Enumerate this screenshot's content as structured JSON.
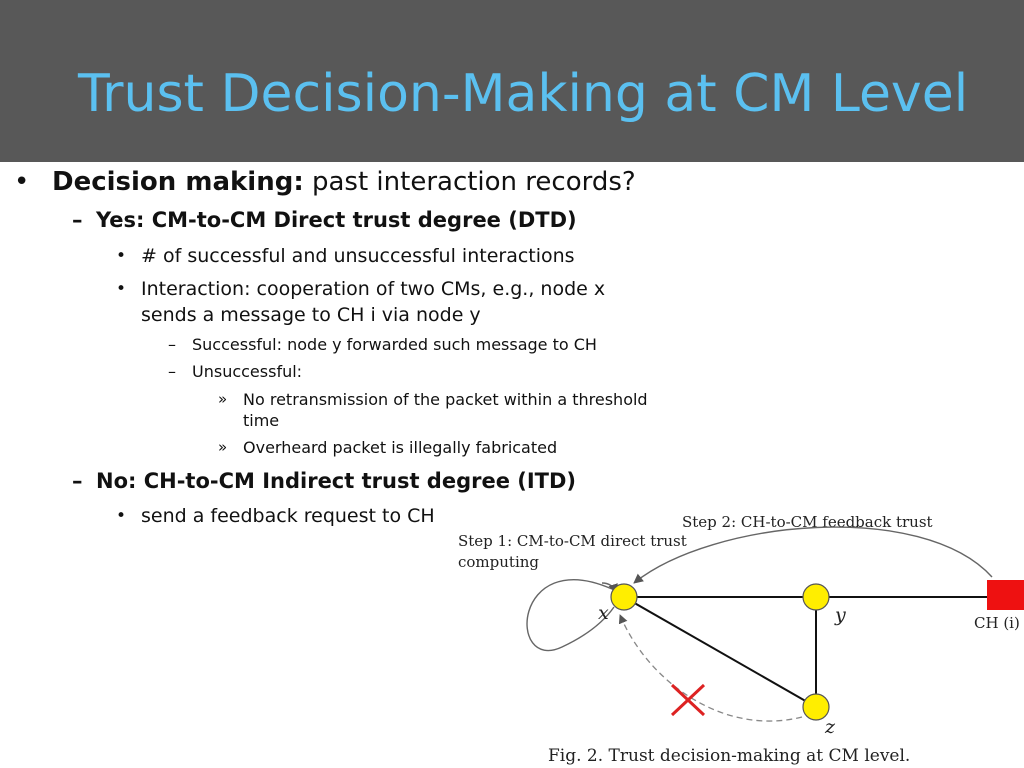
{
  "slide": {
    "title": "Trust Decision-Making at CM Level"
  },
  "bullets": {
    "decision_label": "Decision making:",
    "decision_text": " past interaction records?",
    "yes_item": "Yes: CM-to-CM Direct trust degree (DTD)",
    "yes_sub1": "# of successful and unsuccessful interactions",
    "yes_sub2_line1": "Interaction: cooperation of two CMs, e.g., node x",
    "yes_sub2_line2": "sends a message to CH i via node y",
    "successful": "Successful:  node y forwarded such message to CH",
    "unsuccessful": "Unsuccessful:",
    "unsucc_1_line1": "No retransmission of the packet within a threshold",
    "unsucc_1_line2": "time",
    "unsucc_2": "Overheard packet is illegally fabricated",
    "no_item": "No: CH-to-CM Indirect trust degree (ITD)",
    "no_sub1": "send a feedback request to  CH"
  },
  "figure": {
    "step1_line1": "Step 1: CM-to-CM direct trust",
    "step1_line2": "computing",
    "step2": "Step 2: CH-to-CM feedback trust",
    "node_x": "x",
    "node_y": "y",
    "node_z": "z",
    "ch_label": "CH (i)",
    "caption": "Fig. 2.   Trust decision-making at CM level.",
    "colors": {
      "node_fill": "#ffee00",
      "ch_fill": "#ee1111",
      "cross": "#dd2222"
    }
  }
}
